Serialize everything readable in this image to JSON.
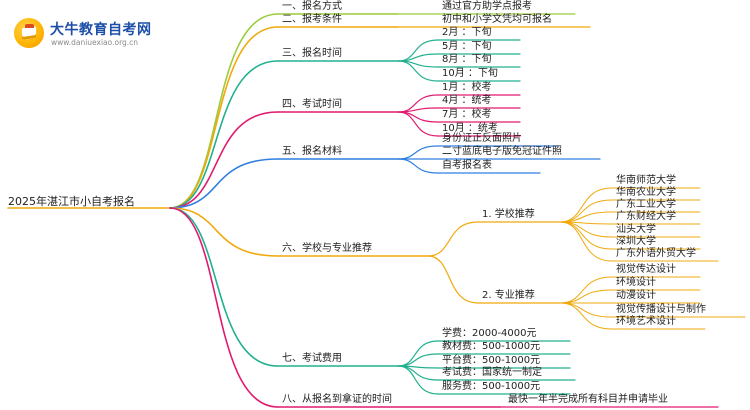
{
  "logo": {
    "brand": "大牛教育自考网",
    "site": "www.daniuexiao.org.cn"
  },
  "root": "2025年湛江市小自考报名",
  "branches": [
    {
      "id": "b1",
      "label": "一、报名方式",
      "color": "#9ccc3b",
      "children": [
        {
          "id": "b1c1",
          "label": "通过官方助学点报考"
        }
      ]
    },
    {
      "id": "b2",
      "label": "二、报考条件",
      "color": "#f0a90c",
      "children": [
        {
          "id": "b2c1",
          "label": "初中和小学文凭均可报名"
        }
      ]
    },
    {
      "id": "b3",
      "label": "三、报名时间",
      "color": "#22b08f",
      "children": [
        {
          "id": "b3c1",
          "label": "2月 ：下旬"
        },
        {
          "id": "b3c2",
          "label": "5月 ：下旬"
        },
        {
          "id": "b3c3",
          "label": "8月 ：下旬"
        },
        {
          "id": "b3c4",
          "label": "10月 ：下旬"
        }
      ]
    },
    {
      "id": "b4",
      "label": "四、考试时间",
      "color": "#e01a6f",
      "children": [
        {
          "id": "b4c1",
          "label": "1月 ：校考"
        },
        {
          "id": "b4c2",
          "label": "4月 ：统考"
        },
        {
          "id": "b4c3",
          "label": "7月 ：校考"
        },
        {
          "id": "b4c4",
          "label": "10月 ：统考"
        }
      ]
    },
    {
      "id": "b5",
      "label": "五、报名材料",
      "color": "#2e7fe0",
      "children": [
        {
          "id": "b5c1",
          "label": "身份证正反面照片"
        },
        {
          "id": "b5c2",
          "label": "二寸蓝底电子版免冠证件照"
        },
        {
          "id": "b5c3",
          "label": "自考报名表"
        }
      ]
    },
    {
      "id": "b6",
      "label": "六、学校与专业推荐",
      "color": "#f0a90c",
      "children": [
        {
          "id": "b6a",
          "label": "1. 学校推荐",
          "children": [
            {
              "id": "b6a1",
              "label": "华南师范大学"
            },
            {
              "id": "b6a2",
              "label": "华南农业大学"
            },
            {
              "id": "b6a3",
              "label": "广东工业大学"
            },
            {
              "id": "b6a4",
              "label": "广东财经大学"
            },
            {
              "id": "b6a5",
              "label": "汕头大学"
            },
            {
              "id": "b6a6",
              "label": "深圳大学"
            },
            {
              "id": "b6a7",
              "label": "广东外语外贸大学"
            }
          ]
        },
        {
          "id": "b6b",
          "label": "2. 专业推荐",
          "children": [
            {
              "id": "b6b1",
              "label": "视觉传达设计"
            },
            {
              "id": "b6b2",
              "label": "环境设计"
            },
            {
              "id": "b6b3",
              "label": "动漫设计"
            },
            {
              "id": "b6b4",
              "label": "视觉传播设计与制作"
            },
            {
              "id": "b6b5",
              "label": "环境艺术设计"
            }
          ]
        }
      ]
    },
    {
      "id": "b7",
      "label": "七、考试费用",
      "color": "#22b08f",
      "children": [
        {
          "id": "b7c1",
          "label": "学费：2000-4000元"
        },
        {
          "id": "b7c2",
          "label": "教材费：500-1000元"
        },
        {
          "id": "b7c3",
          "label": "平台费：500-1000元"
        },
        {
          "id": "b7c4",
          "label": "考试费：国家统一制定"
        },
        {
          "id": "b7c5",
          "label": "服务费：500-1000元"
        }
      ]
    },
    {
      "id": "b8",
      "label": "八、从报名到拿证的时间",
      "color": "#e01a6f",
      "children": [
        {
          "id": "b8c1",
          "label": "最快一年半完成所有科目并申请毕业"
        }
      ]
    }
  ]
}
